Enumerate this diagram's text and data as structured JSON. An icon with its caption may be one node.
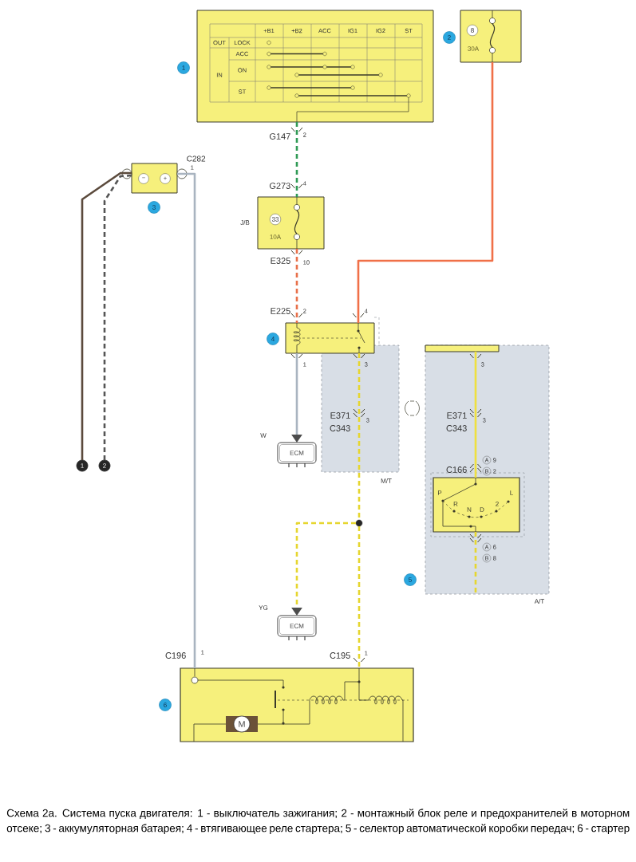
{
  "diagram": {
    "caption": "Схема 2а. Система пуска двигателя: 1 - выключатель зажигания; 2 - монтажный блок реле и предохранителей в моторном отсеке; 3 - аккумуляторная батарея; 4 - втягивающее реле стартера; 5 - селектор автоматической коробки передач; 6 - стартер",
    "nodes": [
      {
        "text": [],
        "shape": "box",
        "beside": [
          "1"
        ]
      },
      {
        "text": [
          "8",
          "30A"
        ],
        "beside": [
          "2"
        ]
      },
      {
        "text": [
          "−",
          "+"
        ],
        "beside": [
          "3"
        ]
      },
      {
        "text": [
          "33",
          "10A"
        ],
        "beside": [
          "J/B"
        ]
      },
      {
        "text": [],
        "shape": "box",
        "beside": [
          "4"
        ]
      },
      {
        "text": [],
        "shape": "bar"
      },
      {
        "text": [
          "P",
          "R",
          "N",
          "D",
          "2",
          "L"
        ]
      },
      {
        "text": [
          "ECM"
        ],
        "beside": [
          "W"
        ]
      },
      {
        "text": [
          "1"
        ]
      },
      {
        "text": [
          "2"
        ]
      },
      {
        "text": [],
        "shape": "circle"
      },
      {
        "text": [
          "ECM"
        ],
        "beside": [
          "YG"
        ]
      },
      {
        "text": [],
        "shape": "box",
        "beside": [
          "6"
        ]
      },
      {
        "text": [
          "M"
        ],
        "in": 12
      }
    ],
    "edges": [
      {
        "from": 0,
        "to": 3,
        "arrow": "none",
        "style": "dashed",
        "color": "#2f9a55"
      },
      {
        "from": 3,
        "to": 4,
        "arrow": "none",
        "style": "dashed",
        "color": "#e8704a"
      },
      {
        "from": 1,
        "to": 4,
        "arrow": "none",
        "color": "#f07048"
      },
      {
        "from": 4,
        "to": 7,
        "arrow": "to",
        "color": "#a9b4c0"
      },
      {
        "from": 4,
        "to": 10,
        "arrow": "none",
        "style": "dashed",
        "color": "#e6d630"
      },
      {
        "from": 10,
        "to": 11,
        "arrow": "to",
        "style": "dashed",
        "color": "#e6d630"
      },
      {
        "from": 10,
        "to": 12,
        "arrow": "none",
        "style": "dashed",
        "color": "#e6d630"
      },
      {
        "from": 2,
        "to": 12,
        "arrow": "none",
        "color": "#a9b4c0"
      },
      {
        "from": 2,
        "to": 8,
        "arrow": "none",
        "color": "#5b4a3c"
      },
      {
        "from": 2,
        "to": 9,
        "arrow": "none",
        "style": "dashed",
        "color": "#555555"
      },
      {
        "from": 5,
        "to": 6,
        "arrow": "none",
        "color": "#efe040"
      },
      {
        "from": 6,
        "to": null,
        "arrow": "none",
        "style": "dashed",
        "color": "#e6d630"
      }
    ],
    "labels": [
      "+B1",
      "+B2",
      "ACC",
      "IG1",
      "IG2",
      "ST",
      "OUT",
      "LOCK",
      "ACC",
      "IN",
      "ON",
      "ST",
      "C282",
      "1",
      "G147",
      "2",
      "G273",
      "4",
      "E325",
      "10",
      "E225",
      "2",
      "4",
      "1",
      "3",
      "3",
      "E371",
      "C343",
      "3",
      "E371",
      "C343",
      "3",
      "A",
      "9",
      "B",
      "2",
      "C166",
      "A",
      "6",
      "B",
      "8",
      "C196",
      "1",
      "C195",
      "1",
      "M/T",
      "5",
      "A/T"
    ]
  }
}
